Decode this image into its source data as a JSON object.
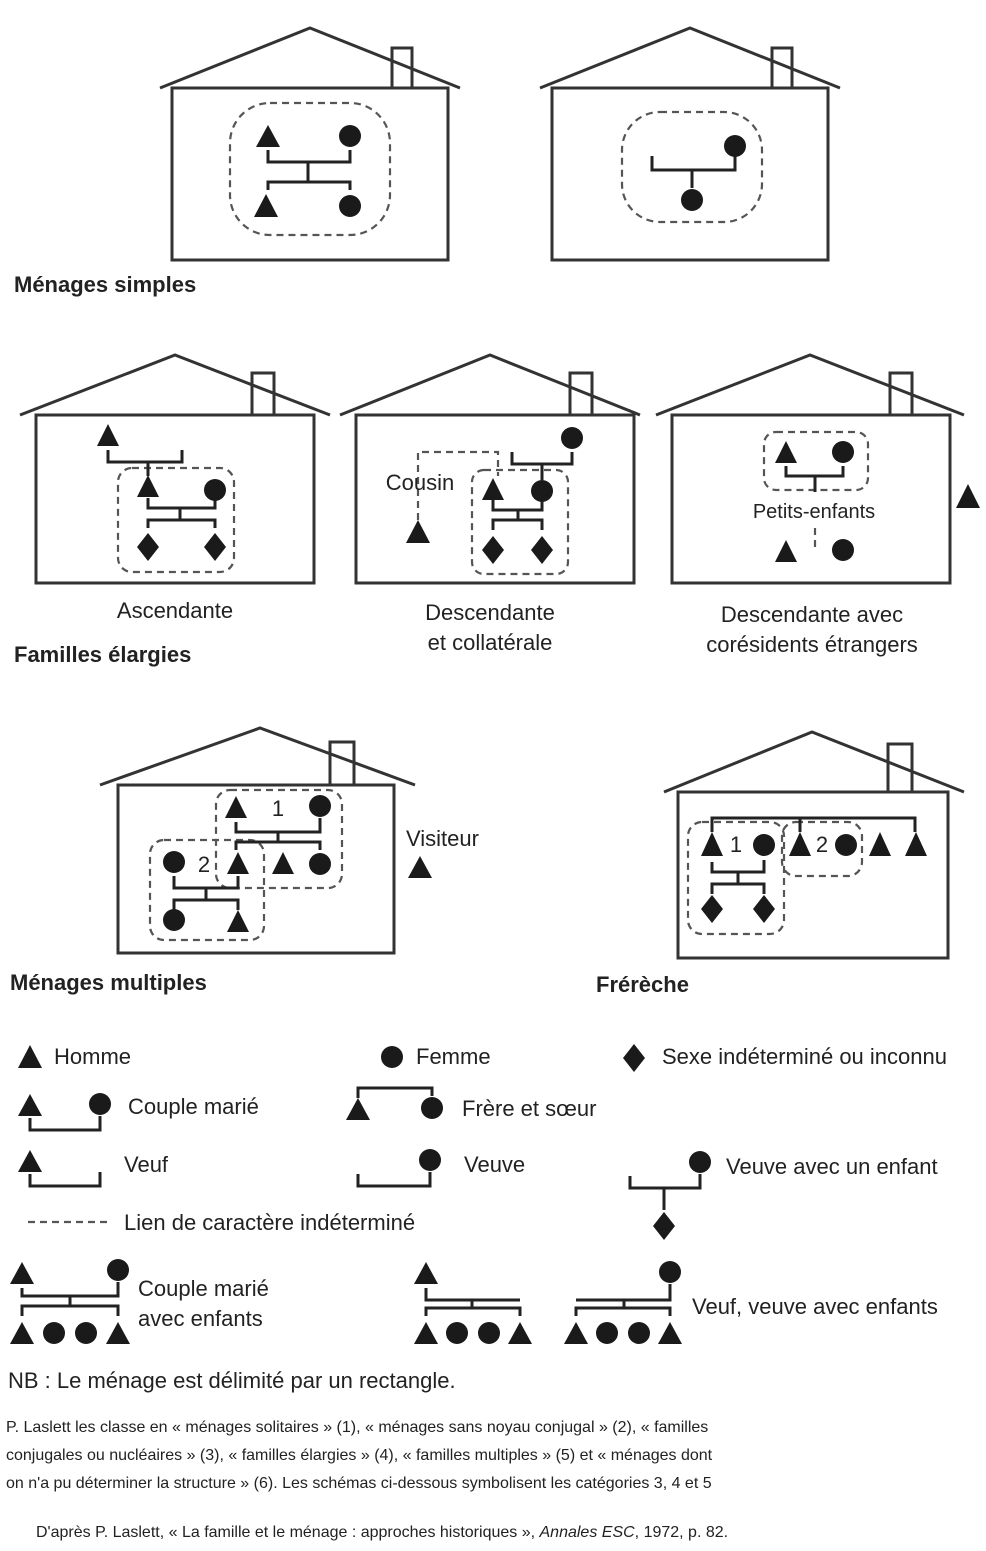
{
  "top_mark": "",
  "panels": {
    "simple_title": "Ménages simples",
    "extended_title": "Familles élargies",
    "ascendante": "Ascendante",
    "descendante_1": "Descendante",
    "descendante_2": "et collatérale",
    "cousin": "Cousin",
    "petits_enfants": "Petits-enfants",
    "etrangers_1": "Descendante avec",
    "etrangers_2": "corésidents étrangers",
    "multiple_title": "Ménages multiples",
    "visiteur": "Visiteur",
    "fireche_title": "Frérèche",
    "num_1": "1",
    "num_2": "2"
  },
  "legend": {
    "homme": "Homme",
    "femme": "Femme",
    "sexe_indetermine": "Sexe indéterminé ou inconnu",
    "couple_marie": "Couple marié",
    "frere_soeur": "Frère et sœur",
    "veuf": "Veuf",
    "veuve": "Veuve",
    "veuve_enfant": "Veuve avec un enfant",
    "lien": "Lien de caractère indéterminé",
    "couple_enfants_1": "Couple marié",
    "couple_enfants_2": "avec enfants",
    "veuf_veuve_enfants": "Veuf, veuve avec enfants"
  },
  "nb": "NB : Le ménage est délimité par un rectangle.",
  "caption": {
    "line1": "P. Laslett les classe en « ménages solitaires » (1), « ménages sans noyau conjugal » (2), « familles",
    "line2": "conjugales ou nucléaires » (3), « familles élargies » (4), « familles multiples » (5) et « ménages dont",
    "line3": "on n'a pu déterminer la structure » (6). Les schémas ci-dessous symbolisent les catégories 3, 4 et 5"
  },
  "source": {
    "prefix": "D'après P. Laslett, « La famille et le ménage : approches historiques », ",
    "journal": "Annales ESC",
    "suffix": ", 1972, p. 82."
  }
}
